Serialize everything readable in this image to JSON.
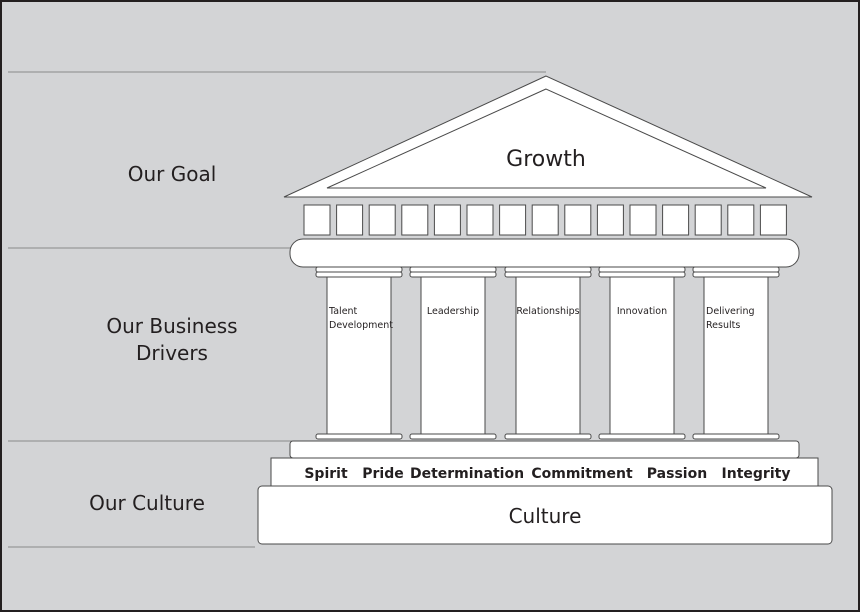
{
  "row_labels": {
    "goal": "Our Goal",
    "drivers_line1": "Our Business",
    "drivers_line2": "Drivers",
    "culture": "Our Culture"
  },
  "roof": {
    "title": "Growth"
  },
  "pillars": [
    {
      "line1": "Talent",
      "line2": "Development"
    },
    {
      "line1": "Leadership",
      "line2": ""
    },
    {
      "line1": "Relationships",
      "line2": ""
    },
    {
      "line1": "Innovation",
      "line2": ""
    },
    {
      "line1": "Delivering",
      "line2": "Results"
    }
  ],
  "values": [
    "Spirit",
    "Pride",
    "Determination",
    "Commitment",
    "Passion",
    "Integrity"
  ],
  "foundation": {
    "label": "Culture"
  },
  "colors": {
    "background": "#d3d4d6",
    "frame": "#231f20",
    "stroke": "#4a4a4a",
    "fill": "#ffffff",
    "divider": "#8a8a8a"
  }
}
